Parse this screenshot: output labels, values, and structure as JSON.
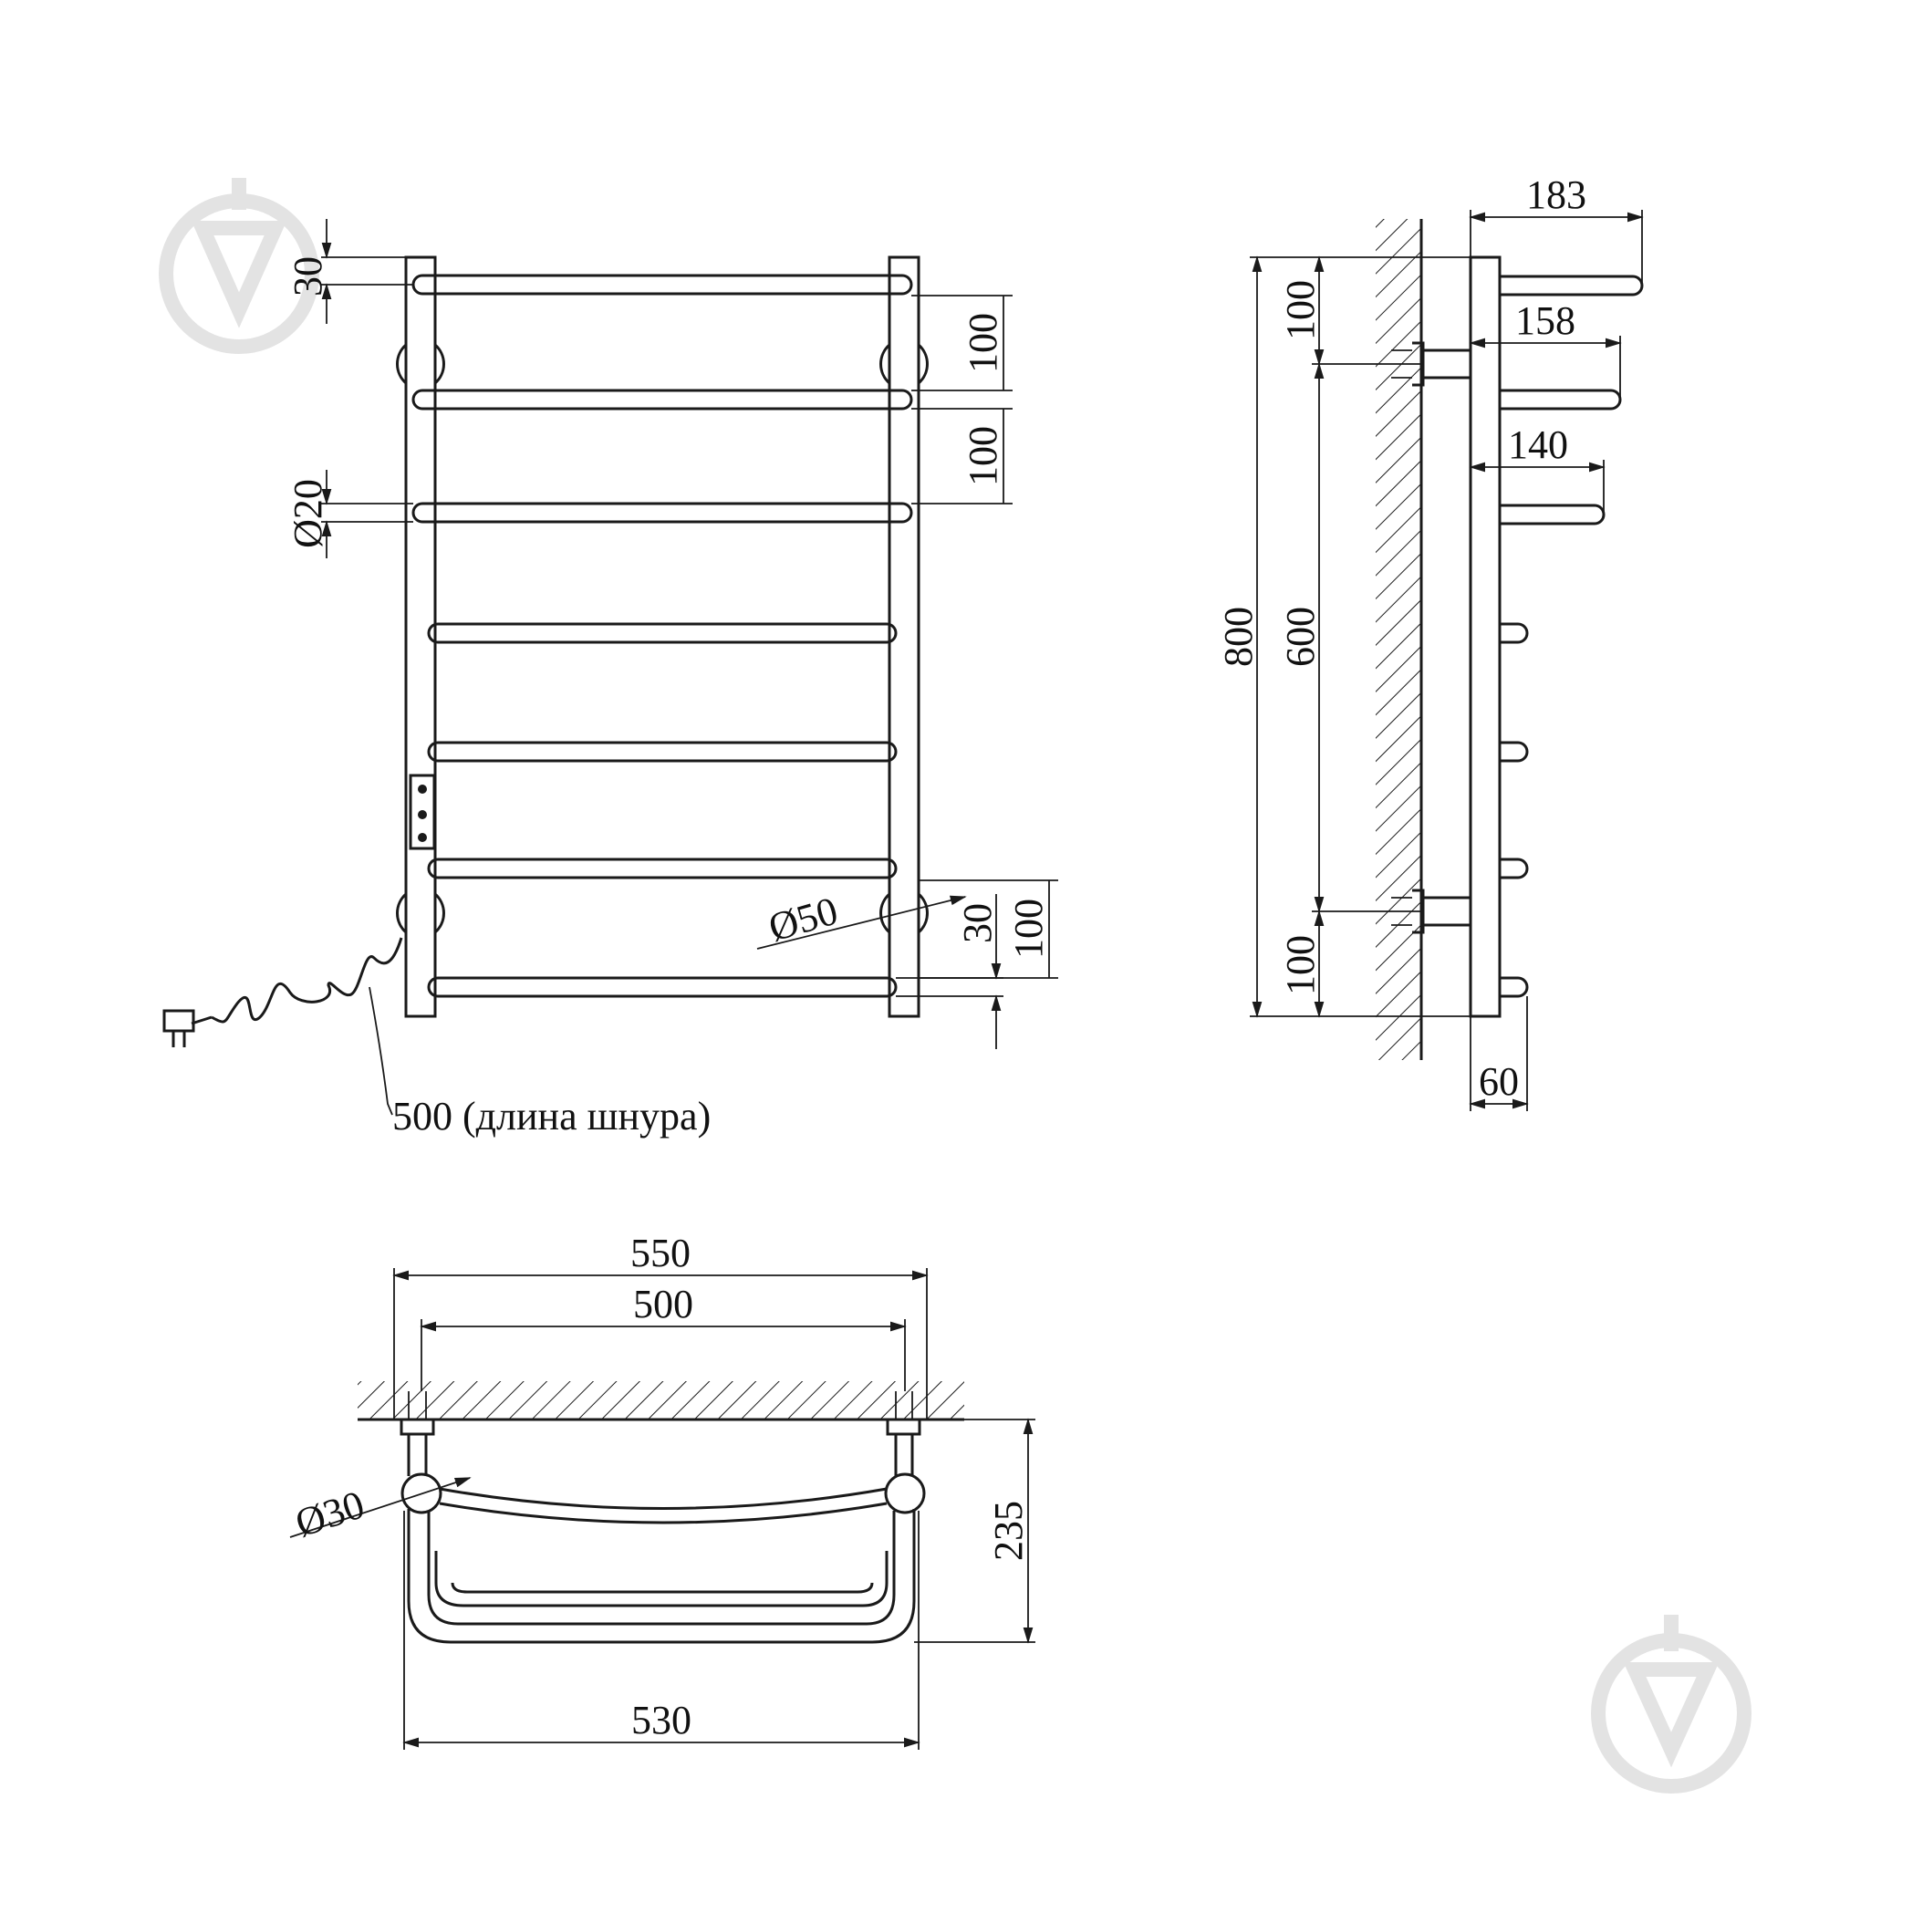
{
  "front_view": {
    "dim_top_gap": "30",
    "dim_bar_pitch_1": "100",
    "dim_bar_pitch_2": "100",
    "dim_bar_diameter": "Ø20",
    "dim_flange_diameter": "Ø50",
    "dim_bottom_gap": "30",
    "dim_bottom_pitch": "100",
    "cord_length_label": "500 (длина шнура)"
  },
  "side_view": {
    "dim_projection_top": "183",
    "dim_projection_mid": "158",
    "dim_projection_low": "140",
    "dim_total_height": "800",
    "dim_mount_spacing": "600",
    "dim_top_offset": "100",
    "dim_bottom_offset": "100",
    "dim_wall_depth": "60"
  },
  "top_view": {
    "dim_outer_width": "550",
    "dim_mount_width": "500",
    "dim_post_diameter": "Ø30",
    "dim_depth": "235",
    "dim_bottom_width": "530"
  },
  "watermark_icon": "trowel-logo-icon"
}
